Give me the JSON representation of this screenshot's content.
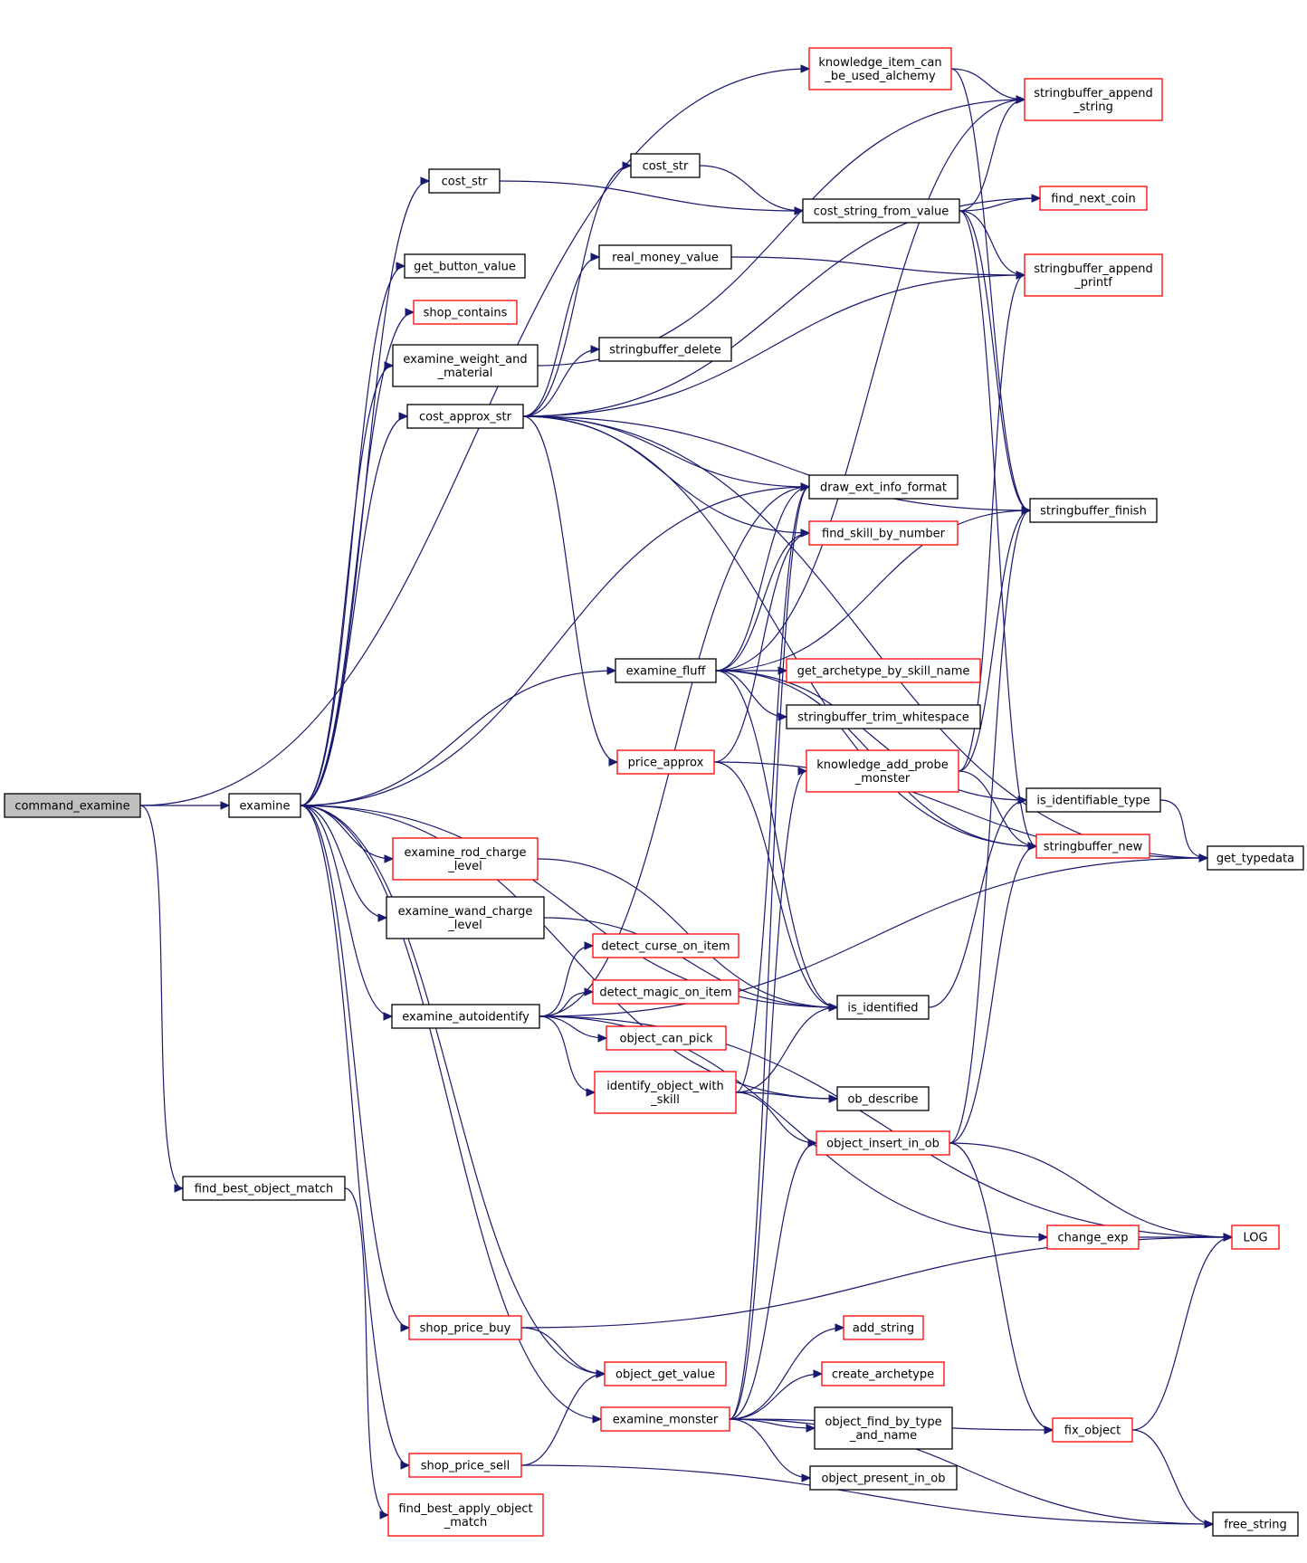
{
  "colors": {
    "edge": "#191970",
    "root_fill": "#bfbfbf",
    "border_documented": "#000000",
    "border_truncated": "#ff0000",
    "background": "#ffffff"
  },
  "nodes": {
    "command_examine": {
      "lines": [
        "command_examine"
      ],
      "style": "root"
    },
    "examine": {
      "lines": [
        "examine"
      ],
      "style": "black"
    },
    "find_best_object_match": {
      "lines": [
        "find_best_object_match"
      ],
      "style": "black"
    },
    "cost_str_a": {
      "lines": [
        "cost_str"
      ],
      "style": "black"
    },
    "get_button_value": {
      "lines": [
        "get_button_value"
      ],
      "style": "black"
    },
    "shop_contains": {
      "lines": [
        "shop_contains"
      ],
      "style": "red"
    },
    "examine_weight_and_material": {
      "lines": [
        "examine_weight_and",
        "_material"
      ],
      "style": "black"
    },
    "cost_approx_str": {
      "lines": [
        "cost_approx_str"
      ],
      "style": "black"
    },
    "examine_rod_charge_level": {
      "lines": [
        "examine_rod_charge",
        "_level"
      ],
      "style": "red"
    },
    "examine_wand_charge_level": {
      "lines": [
        "examine_wand_charge",
        "_level"
      ],
      "style": "black"
    },
    "examine_autoidentify": {
      "lines": [
        "examine_autoidentify"
      ],
      "style": "black"
    },
    "shop_price_buy": {
      "lines": [
        "shop_price_buy"
      ],
      "style": "red"
    },
    "shop_price_sell": {
      "lines": [
        "shop_price_sell"
      ],
      "style": "red"
    },
    "find_best_apply_object_match": {
      "lines": [
        "find_best_apply_object",
        "_match"
      ],
      "style": "red"
    },
    "cost_str_b": {
      "lines": [
        "cost_str"
      ],
      "style": "black"
    },
    "real_money_value": {
      "lines": [
        "real_money_value"
      ],
      "style": "black"
    },
    "stringbuffer_delete": {
      "lines": [
        "stringbuffer_delete"
      ],
      "style": "black"
    },
    "examine_fluff": {
      "lines": [
        "examine_fluff"
      ],
      "style": "black"
    },
    "price_approx": {
      "lines": [
        "price_approx"
      ],
      "style": "red"
    },
    "detect_curse_on_item": {
      "lines": [
        "detect_curse_on_item"
      ],
      "style": "red"
    },
    "detect_magic_on_item": {
      "lines": [
        "detect_magic_on_item"
      ],
      "style": "red"
    },
    "object_can_pick": {
      "lines": [
        "object_can_pick"
      ],
      "style": "red"
    },
    "identify_object_with_skill": {
      "lines": [
        "identify_object_with",
        "_skill"
      ],
      "style": "red"
    },
    "object_get_value": {
      "lines": [
        "object_get_value"
      ],
      "style": "red"
    },
    "examine_monster": {
      "lines": [
        "examine_monster"
      ],
      "style": "red"
    },
    "knowledge_item_can_be_used_alchemy": {
      "lines": [
        "knowledge_item_can",
        "_be_used_alchemy"
      ],
      "style": "red"
    },
    "cost_string_from_value": {
      "lines": [
        "cost_string_from_value"
      ],
      "style": "black"
    },
    "draw_ext_info_format": {
      "lines": [
        "draw_ext_info_format"
      ],
      "style": "black"
    },
    "find_skill_by_number": {
      "lines": [
        "find_skill_by_number"
      ],
      "style": "red"
    },
    "get_archetype_by_skill_name": {
      "lines": [
        "get_archetype_by_skill_name"
      ],
      "style": "red"
    },
    "stringbuffer_trim_whitespace": {
      "lines": [
        "stringbuffer_trim_whitespace"
      ],
      "style": "black"
    },
    "knowledge_add_probe_monster": {
      "lines": [
        "knowledge_add_probe",
        "_monster"
      ],
      "style": "red"
    },
    "is_identified": {
      "lines": [
        "is_identified"
      ],
      "style": "black"
    },
    "ob_describe": {
      "lines": [
        "ob_describe"
      ],
      "style": "black"
    },
    "object_insert_in_ob": {
      "lines": [
        "object_insert_in_ob"
      ],
      "style": "red"
    },
    "add_string": {
      "lines": [
        "add_string"
      ],
      "style": "red"
    },
    "create_archetype": {
      "lines": [
        "create_archetype"
      ],
      "style": "red"
    },
    "object_find_by_type_and_name": {
      "lines": [
        "object_find_by_type",
        "_and_name"
      ],
      "style": "black"
    },
    "object_present_in_ob": {
      "lines": [
        "object_present_in_ob"
      ],
      "style": "black"
    },
    "stringbuffer_append_string": {
      "lines": [
        "stringbuffer_append",
        "_string"
      ],
      "style": "red"
    },
    "find_next_coin": {
      "lines": [
        "find_next_coin"
      ],
      "style": "red"
    },
    "stringbuffer_append_printf": {
      "lines": [
        "stringbuffer_append",
        "_printf"
      ],
      "style": "red"
    },
    "stringbuffer_finish": {
      "lines": [
        "stringbuffer_finish"
      ],
      "style": "black"
    },
    "is_identifiable_type": {
      "lines": [
        "is_identifiable_type"
      ],
      "style": "black"
    },
    "stringbuffer_new": {
      "lines": [
        "stringbuffer_new"
      ],
      "style": "red"
    },
    "change_exp": {
      "lines": [
        "change_exp"
      ],
      "style": "red"
    },
    "fix_object": {
      "lines": [
        "fix_object"
      ],
      "style": "red"
    },
    "get_typedata": {
      "lines": [
        "get_typedata"
      ],
      "style": "black"
    },
    "LOG": {
      "lines": [
        "LOG"
      ],
      "style": "red"
    },
    "free_string": {
      "lines": [
        "free_string"
      ],
      "style": "black"
    }
  },
  "edges": [
    [
      "command_examine",
      "examine"
    ],
    [
      "command_examine",
      "find_best_object_match"
    ],
    [
      "command_examine",
      "knowledge_item_can_be_used_alchemy"
    ],
    [
      "examine",
      "cost_str_a"
    ],
    [
      "examine",
      "get_button_value"
    ],
    [
      "examine",
      "shop_contains"
    ],
    [
      "examine",
      "examine_weight_and_material"
    ],
    [
      "examine",
      "cost_approx_str"
    ],
    [
      "examine",
      "examine_fluff"
    ],
    [
      "examine",
      "draw_ext_info_format"
    ],
    [
      "examine",
      "examine_rod_charge_level"
    ],
    [
      "examine",
      "examine_wand_charge_level"
    ],
    [
      "examine",
      "examine_autoidentify"
    ],
    [
      "examine",
      "shop_price_buy"
    ],
    [
      "examine",
      "object_get_value"
    ],
    [
      "examine",
      "examine_monster"
    ],
    [
      "examine",
      "shop_price_sell"
    ],
    [
      "examine",
      "is_identified"
    ],
    [
      "examine",
      "ob_describe"
    ],
    [
      "find_best_object_match",
      "find_best_apply_object_match"
    ],
    [
      "cost_str_a",
      "cost_string_from_value"
    ],
    [
      "examine_weight_and_material",
      "stringbuffer_append_string"
    ],
    [
      "cost_approx_str",
      "cost_str_b"
    ],
    [
      "cost_approx_str",
      "real_money_value"
    ],
    [
      "cost_approx_str",
      "stringbuffer_delete"
    ],
    [
      "cost_approx_str",
      "draw_ext_info_format"
    ],
    [
      "cost_approx_str",
      "stringbuffer_finish"
    ],
    [
      "cost_approx_str",
      "get_typedata"
    ],
    [
      "cost_approx_str",
      "find_skill_by_number"
    ],
    [
      "cost_approx_str",
      "price_approx"
    ],
    [
      "cost_approx_str",
      "stringbuffer_new"
    ],
    [
      "cost_approx_str",
      "find_next_coin"
    ],
    [
      "cost_approx_str",
      "stringbuffer_append_printf"
    ],
    [
      "examine_rod_charge_level",
      "is_identified"
    ],
    [
      "examine_wand_charge_level",
      "is_identified"
    ],
    [
      "examine_autoidentify",
      "detect_curse_on_item"
    ],
    [
      "examine_autoidentify",
      "detect_magic_on_item"
    ],
    [
      "examine_autoidentify",
      "object_can_pick"
    ],
    [
      "examine_autoidentify",
      "identify_object_with_skill"
    ],
    [
      "examine_autoidentify",
      "draw_ext_info_format"
    ],
    [
      "examine_autoidentify",
      "change_exp"
    ],
    [
      "examine_autoidentify",
      "LOG"
    ],
    [
      "examine_autoidentify",
      "get_typedata"
    ],
    [
      "shop_price_buy",
      "object_get_value"
    ],
    [
      "shop_price_buy",
      "LOG"
    ],
    [
      "shop_price_sell",
      "object_get_value"
    ],
    [
      "shop_price_sell",
      "free_string"
    ],
    [
      "cost_str_b",
      "cost_string_from_value"
    ],
    [
      "real_money_value",
      "stringbuffer_append_printf"
    ],
    [
      "examine_fluff",
      "stringbuffer_append_string"
    ],
    [
      "examine_fluff",
      "draw_ext_info_format"
    ],
    [
      "examine_fluff",
      "find_skill_by_number"
    ],
    [
      "examine_fluff",
      "stringbuffer_finish"
    ],
    [
      "examine_fluff",
      "get_archetype_by_skill_name"
    ],
    [
      "examine_fluff",
      "stringbuffer_trim_whitespace"
    ],
    [
      "examine_fluff",
      "is_identifiable_type"
    ],
    [
      "examine_fluff",
      "stringbuffer_new"
    ],
    [
      "examine_fluff",
      "is_identified"
    ],
    [
      "price_approx",
      "find_skill_by_number"
    ],
    [
      "price_approx",
      "is_identified"
    ],
    [
      "price_approx",
      "get_typedata"
    ],
    [
      "identify_object_with_skill",
      "is_identified"
    ],
    [
      "identify_object_with_skill",
      "ob_describe"
    ],
    [
      "identify_object_with_skill",
      "object_insert_in_ob"
    ],
    [
      "identify_object_with_skill",
      "draw_ext_info_format"
    ],
    [
      "examine_monster",
      "add_string"
    ],
    [
      "examine_monster",
      "create_archetype"
    ],
    [
      "examine_monster",
      "object_find_by_type_and_name"
    ],
    [
      "examine_monster",
      "object_present_in_ob"
    ],
    [
      "examine_monster",
      "knowledge_add_probe_monster"
    ],
    [
      "examine_monster",
      "object_insert_in_ob"
    ],
    [
      "examine_monster",
      "fix_object"
    ],
    [
      "examine_monster",
      "free_string"
    ],
    [
      "examine_monster",
      "draw_ext_info_format"
    ],
    [
      "knowledge_item_can_be_used_alchemy",
      "stringbuffer_append_string"
    ],
    [
      "knowledge_item_can_be_used_alchemy",
      "stringbuffer_finish"
    ],
    [
      "cost_string_from_value",
      "stringbuffer_append_string"
    ],
    [
      "cost_string_from_value",
      "find_next_coin"
    ],
    [
      "cost_string_from_value",
      "stringbuffer_append_printf"
    ],
    [
      "cost_string_from_value",
      "stringbuffer_finish"
    ],
    [
      "cost_string_from_value",
      "stringbuffer_new"
    ],
    [
      "knowledge_add_probe_monster",
      "stringbuffer_append_printf"
    ],
    [
      "knowledge_add_probe_monster",
      "stringbuffer_finish"
    ],
    [
      "knowledge_add_probe_monster",
      "stringbuffer_new"
    ],
    [
      "is_identified",
      "is_identifiable_type"
    ],
    [
      "is_identifiable_type",
      "get_typedata"
    ],
    [
      "object_insert_in_ob",
      "fix_object"
    ],
    [
      "object_insert_in_ob",
      "LOG"
    ],
    [
      "object_insert_in_ob",
      "stringbuffer_new"
    ],
    [
      "object_insert_in_ob",
      "stringbuffer_finish"
    ],
    [
      "change_exp",
      "LOG"
    ],
    [
      "fix_object",
      "LOG"
    ],
    [
      "fix_object",
      "free_string"
    ]
  ]
}
